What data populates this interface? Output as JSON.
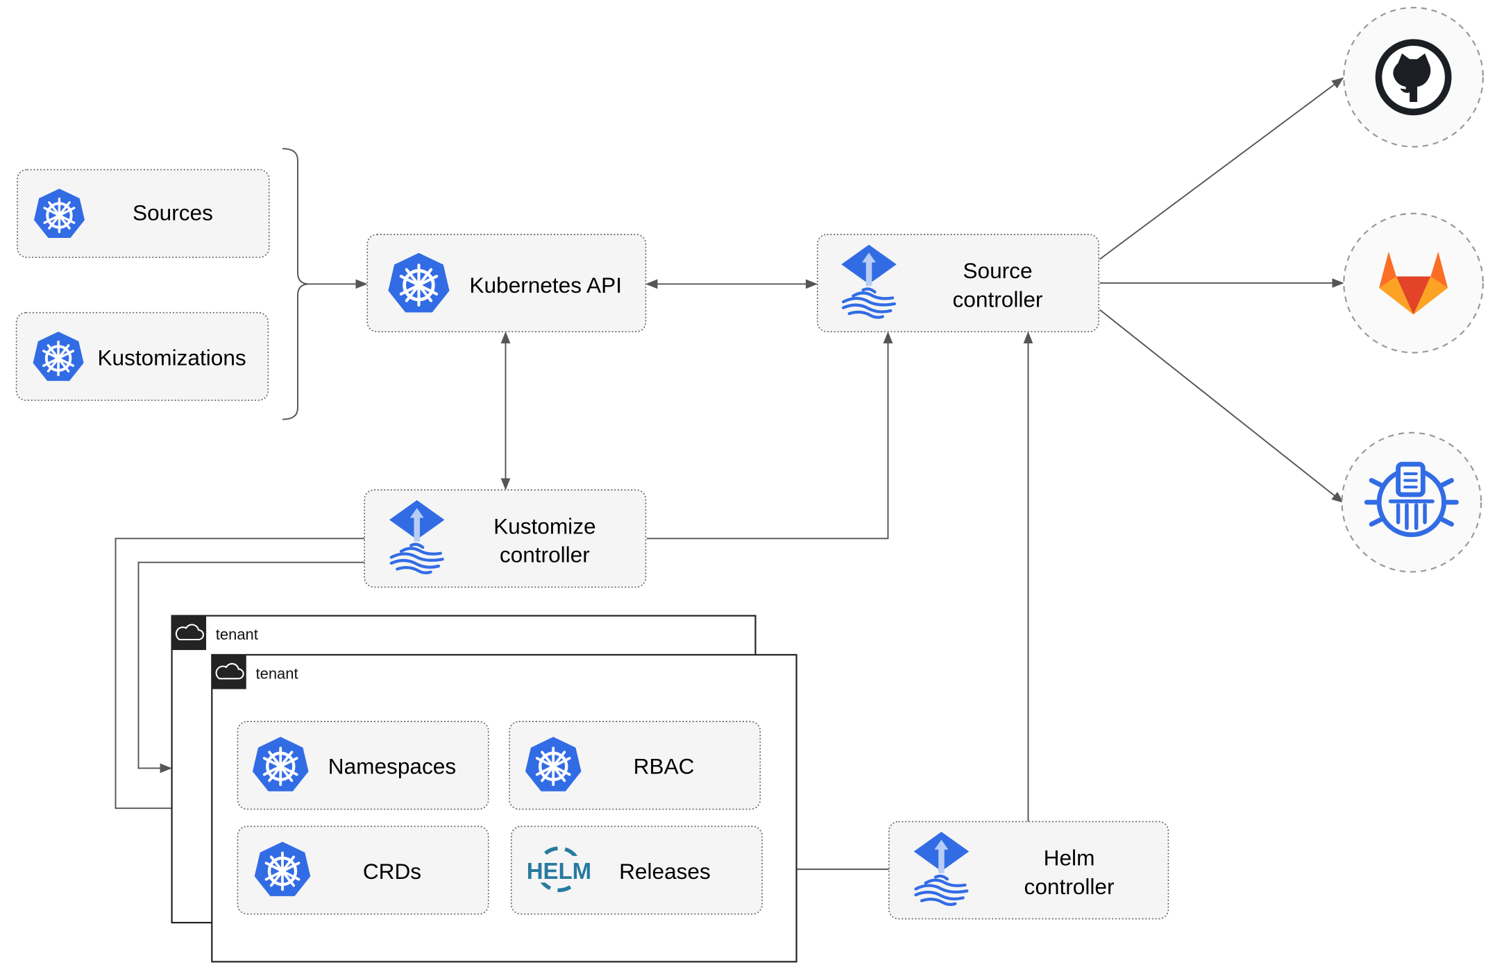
{
  "colors": {
    "kubernetes_blue": "#326ce5",
    "flux_blue": "#326ce5",
    "helm_blue": "#277a9f",
    "github": "#1b1f23",
    "gitlab_orange": "#e24329",
    "edge": "#555555"
  },
  "resources": {
    "sources": "Sources",
    "kustomizations": "Kustomizations"
  },
  "nodes": {
    "kubernetes_api": "Kubernetes API",
    "source_controller": [
      "Source",
      "controller"
    ],
    "kustomize_controller": [
      "Kustomize",
      "controller"
    ],
    "helm_controller": [
      "Helm",
      "controller"
    ]
  },
  "tenants": [
    {
      "label": "tenant"
    },
    {
      "label": "tenant",
      "items": [
        "Namespaces",
        "RBAC",
        "CRDs",
        "Releases"
      ]
    }
  ],
  "helm_logo": "HELM",
  "external_sources": [
    "github-icon",
    "gitlab-icon",
    "bucket-icon"
  ]
}
